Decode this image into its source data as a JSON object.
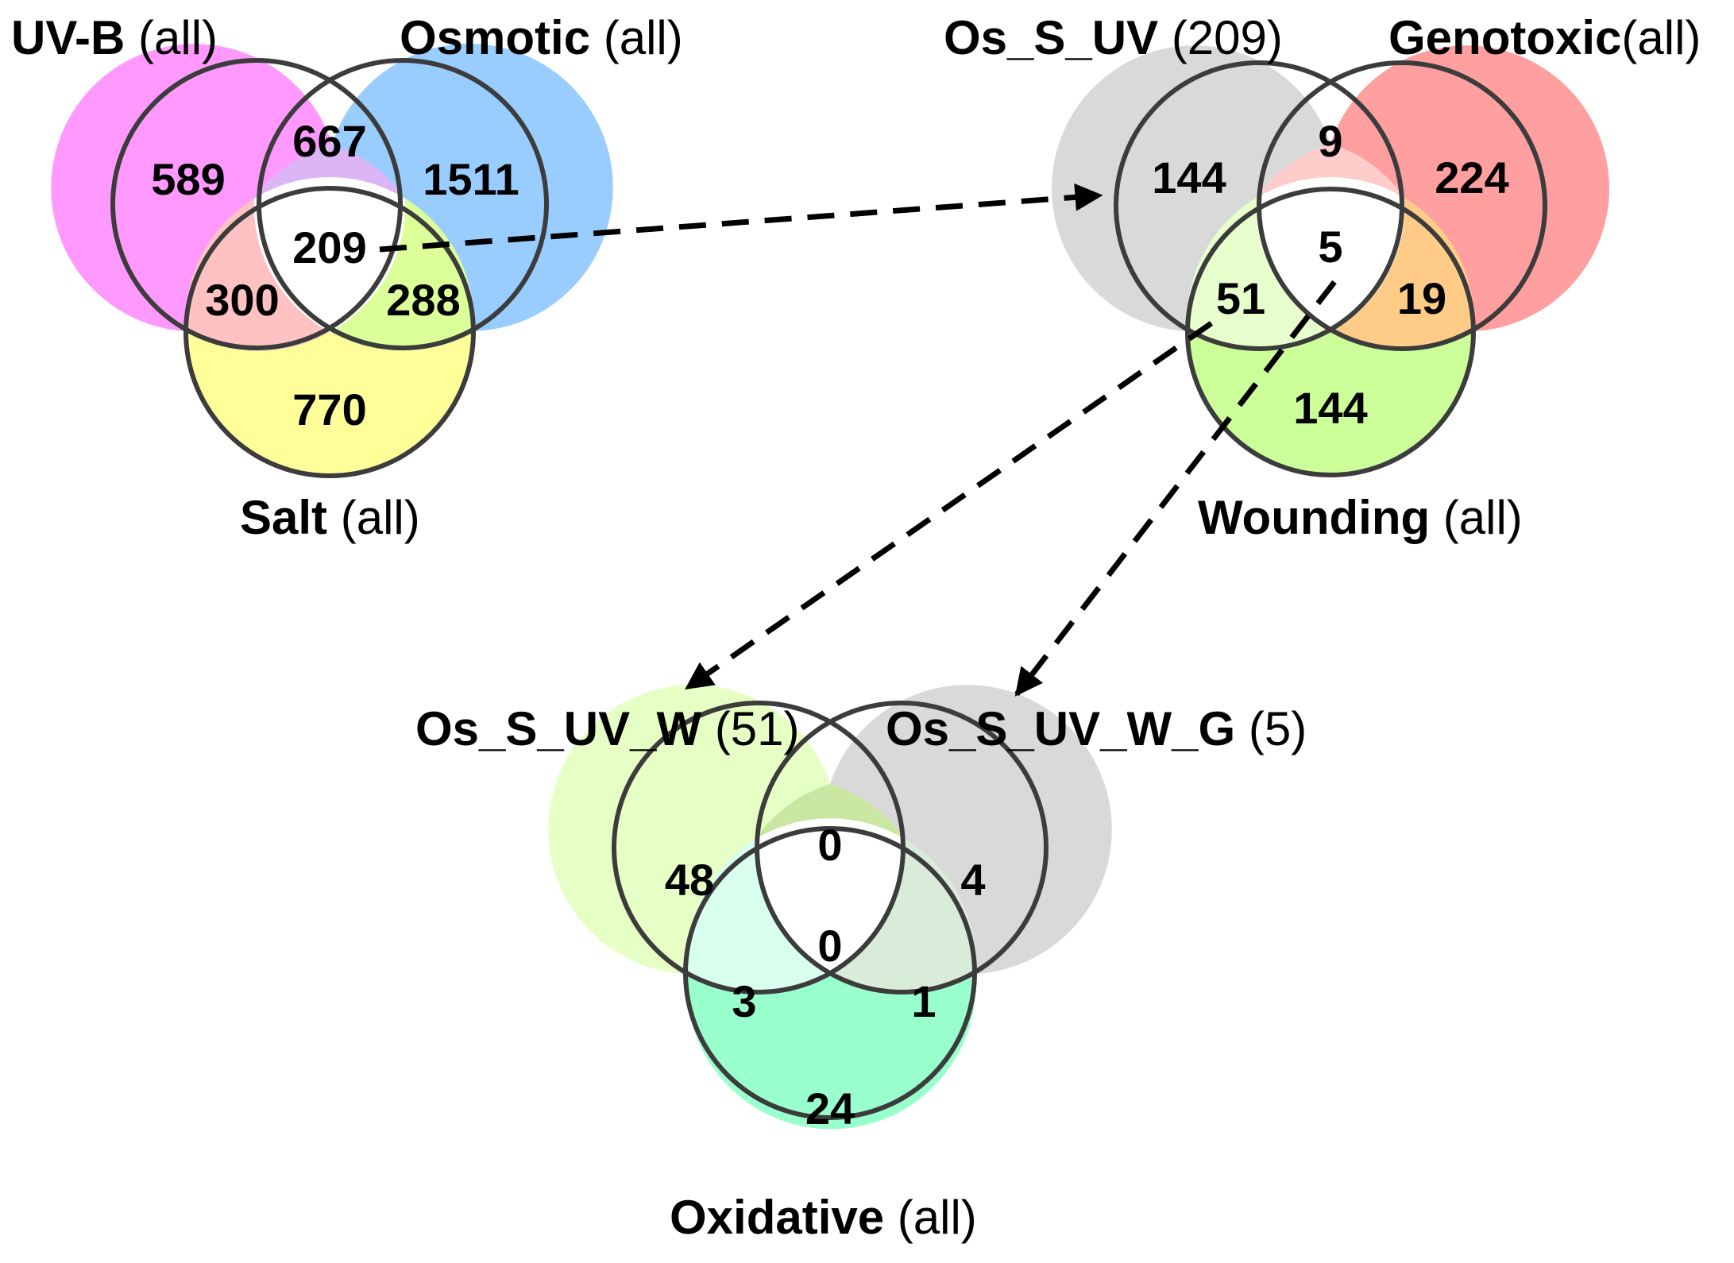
{
  "colors": {
    "outline": "#3c3c3c",
    "arrow": "#000000"
  },
  "venn1": {
    "labels": {
      "a": {
        "bold": "UV-B",
        "normal": " (all)"
      },
      "b": {
        "bold": "Osmotic",
        "normal": " (all)"
      },
      "c": {
        "bold": "Salt",
        "normal": " (all)"
      }
    },
    "regions": {
      "a_only": "589",
      "ab": "667",
      "b_only": "1511",
      "abc": "209",
      "ac": "300",
      "bc": "288",
      "c_only": "770"
    },
    "fills": {
      "a_only": "#ff99ff",
      "ab": "#dbb5f5",
      "b_only": "#99ccff",
      "abc": "#ffffff",
      "ac": "#ffc1c1",
      "bc": "#dbff99",
      "c_only": "#ffff99"
    }
  },
  "venn2": {
    "labels": {
      "a": {
        "bold": "Os_S_UV",
        "normal": " (209)"
      },
      "b": {
        "bold": "Genotoxic",
        "normal": "(all)"
      },
      "c": {
        "bold": "Wounding",
        "normal": " (all)"
      }
    },
    "regions": {
      "a_only": "144",
      "ab": "9",
      "b_only": "224",
      "abc": "5",
      "ac": "51",
      "bc": "19",
      "c_only": "144"
    },
    "fills": {
      "a_only": "#d9d9d9",
      "ab": "#ffcccc",
      "b_only": "#ff9f9f",
      "abc": "#ffffff",
      "ac": "#e6ffcc",
      "bc": "#ffcc88",
      "c_only": "#ccff99"
    }
  },
  "venn3": {
    "labels": {
      "a": {
        "bold": "Os_S_UV_W",
        "normal": " (51)"
      },
      "b": {
        "bold": "Os_S_UV_W_G",
        "normal": " (5)"
      },
      "c": {
        "bold": "Oxidative",
        "normal": " (all)"
      }
    },
    "regions": {
      "a_only": "48",
      "ab": "0",
      "b_only": "4",
      "abc": "0",
      "ac": "3",
      "bc": "1",
      "c_only": "24"
    },
    "fills": {
      "a_only": "#e6ffc4",
      "ab": "#c9e6a3",
      "b_only": "#d9d9d9",
      "abc": "#ffffff",
      "ac": "#d9ffee",
      "bc": "#d9ecd9",
      "c_only": "#99ffcc"
    }
  }
}
